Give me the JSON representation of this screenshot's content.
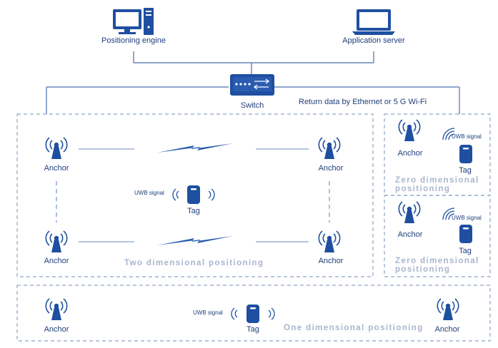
{
  "nodes": {
    "positioning_engine": "Positioning engine",
    "application_server": "Application server",
    "switch": "Switch"
  },
  "return_data_label": "Return data by Ethernet or 5 G Wi-Fi",
  "labels": {
    "anchor": "Anchor",
    "tag": "Tag",
    "uwb_signal": "UWB signal"
  },
  "zones": {
    "two_dimensional": "Two dimensional positioning",
    "zero_dimensional_line1": "Zero dimensional",
    "zero_dimensional_line2": "positioning",
    "one_dimensional": "One dimensional positioning"
  },
  "colors": {
    "primary": "#1f4fa0",
    "line": "#4a6fae",
    "dashed_border": "#8fa3c4",
    "mode_text": "#a8b6ce"
  },
  "icons": [
    "desktop-computer-icon",
    "laptop-icon",
    "network-switch-icon",
    "antenna-anchor-icon",
    "uwb-tag-icon",
    "signal-waves-icon",
    "lightning-bolt-icon"
  ]
}
